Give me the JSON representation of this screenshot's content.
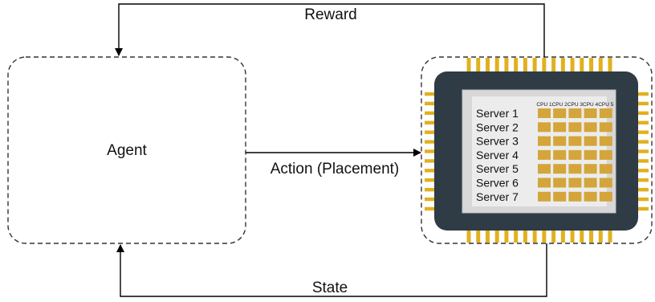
{
  "diagram": {
    "agent_label": "Agent",
    "edges": {
      "reward": "Reward",
      "action": "Action (Placement)",
      "state": "State"
    },
    "environment": {
      "cpu_headers": [
        "CPU 1",
        "CPU 2",
        "CPU 3",
        "CPU 4",
        "CPU 5"
      ],
      "servers": [
        "Server 1",
        "Server 2",
        "Server 3",
        "Server 4",
        "Server 5",
        "Server 6",
        "Server 7"
      ]
    },
    "colors": {
      "chip_body": "#2f3b45",
      "chip_die": "#d7d7d7",
      "chip_inner": "#ececec",
      "pin": "#e0b11f",
      "cpu_cell": "#d3a53b",
      "arrow": "#000000",
      "dashed_border": "#333333"
    }
  }
}
